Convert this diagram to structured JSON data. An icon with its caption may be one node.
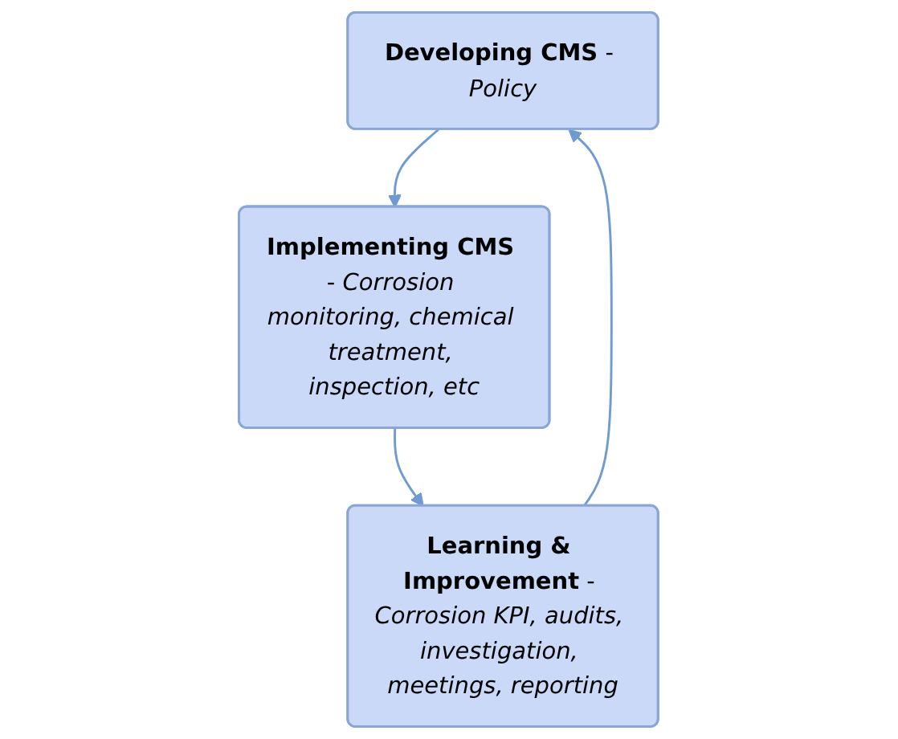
{
  "diagram": {
    "nodes": [
      {
        "text": [
          "**Developing CMS** - *Policy*"
        ]
      },
      {
        "text": [
          "**Implementing CMS** - *Corrosion monitoring, chemical treatment, inspection, etc*"
        ]
      },
      {
        "text": [
          "**Learning & Improvement** - *Corrosion KPI, audits, investigation, meetings, reporting*"
        ]
      }
    ],
    "edges": [
      {
        "from": 0,
        "to": 1,
        "arrow": "to"
      },
      {
        "from": 1,
        "to": 2,
        "arrow": "to"
      },
      {
        "from": 2,
        "to": 0,
        "arrow": "to"
      }
    ]
  }
}
